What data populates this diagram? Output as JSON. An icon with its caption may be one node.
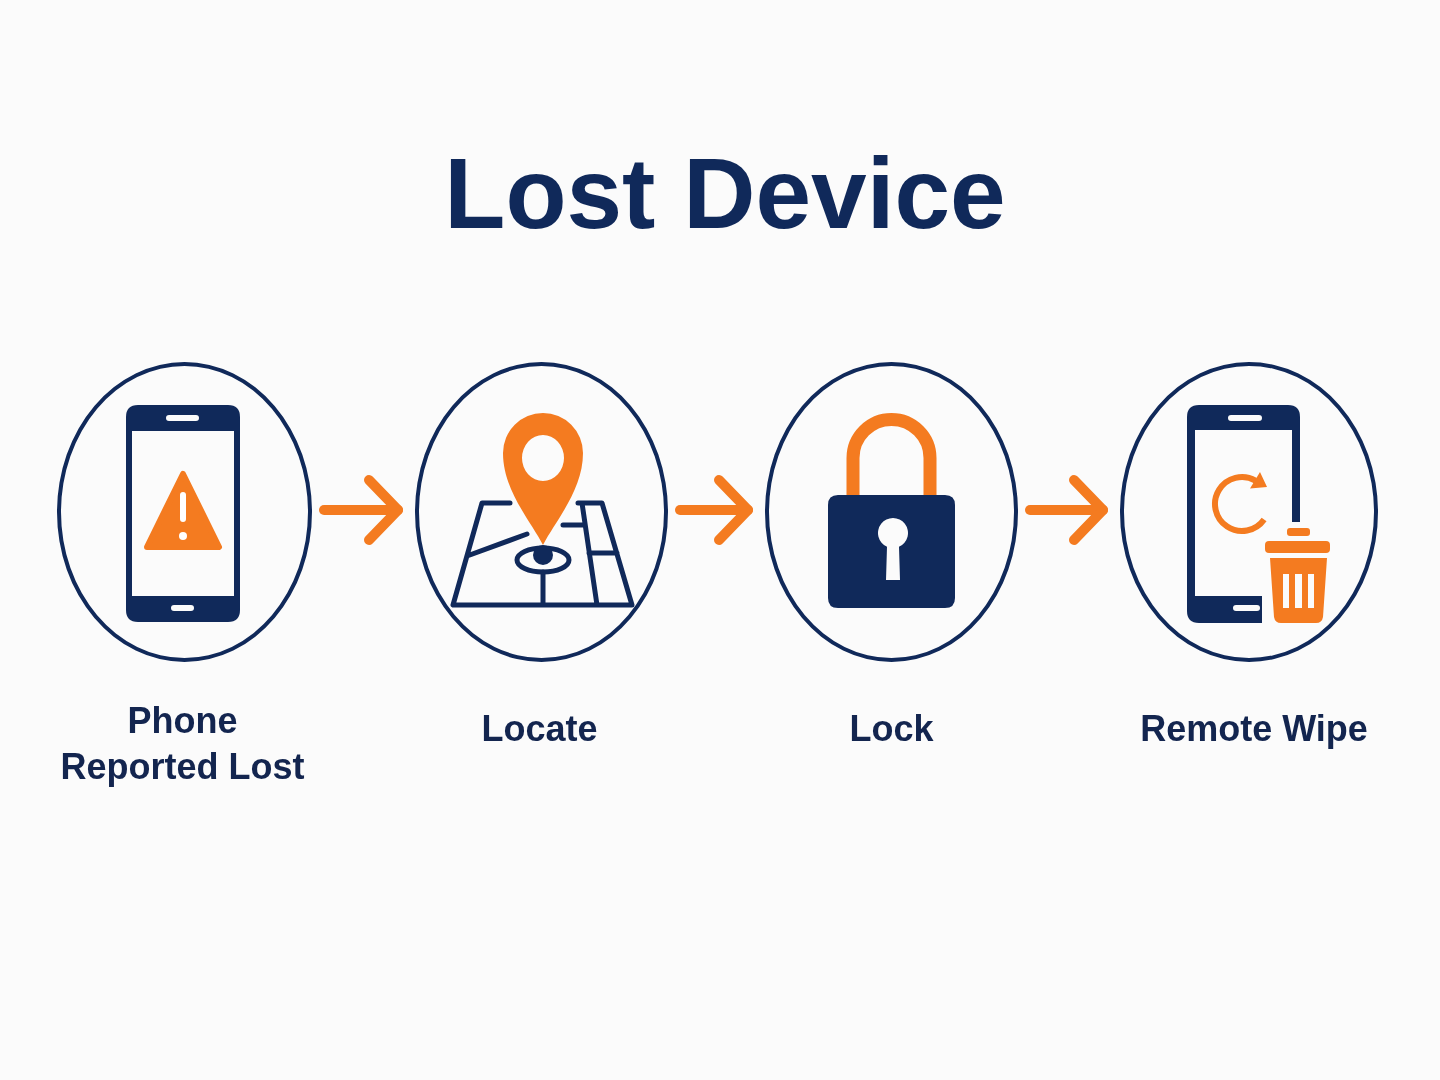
{
  "diagram": {
    "title": "Lost Device",
    "nodes": [
      {
        "text": [
          "Phone Reported Lost"
        ]
      },
      {
        "text": [
          "Locate"
        ]
      },
      {
        "text": [
          "Lock"
        ]
      },
      {
        "text": [
          "Remote Wipe"
        ]
      }
    ],
    "edges": [
      {
        "from": 0,
        "to": 1,
        "arrow": "to"
      },
      {
        "from": 1,
        "to": 2,
        "arrow": "to"
      },
      {
        "from": 2,
        "to": 3,
        "arrow": "to"
      }
    ]
  }
}
